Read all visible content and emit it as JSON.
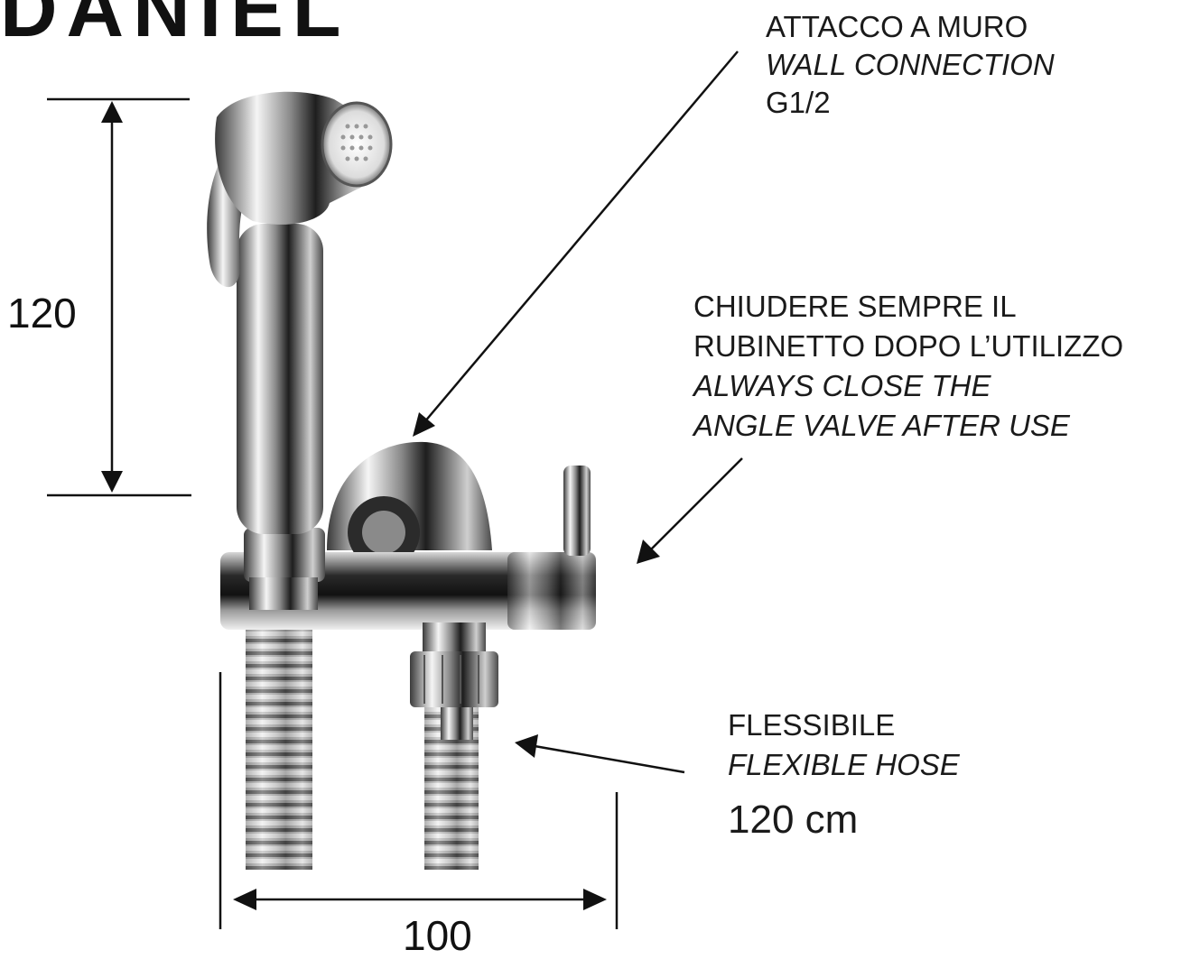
{
  "brand": {
    "text": "DANIEL"
  },
  "callouts": {
    "wall": {
      "line1": "ATTACCO A MURO",
      "line2": "WALL CONNECTION",
      "line3": "G1/2"
    },
    "valve": {
      "line1": "CHIUDERE SEMPRE IL",
      "line2": "RUBINETTO DOPO L’UTILIZZO",
      "line3": "ALWAYS CLOSE THE",
      "line4": "ANGLE VALVE AFTER USE"
    },
    "hose": {
      "line1": "FLESSIBILE",
      "line2": "FLEXIBLE HOSE",
      "length": "120 cm"
    }
  },
  "dimensions": {
    "height": "120",
    "width": "100"
  },
  "colors": {
    "ink": "#111111",
    "chrome_dark": "#2a2a2a",
    "chrome_light": "#e8e8e8"
  }
}
